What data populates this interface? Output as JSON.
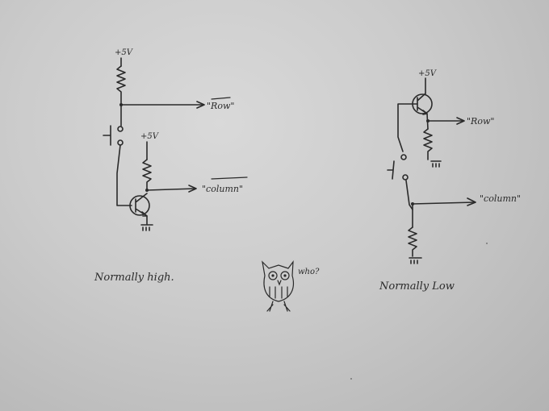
{
  "left_circuit": {
    "vcc_top": "+5V",
    "vcc_transistor": "+5V",
    "row_label": "\"Row\"",
    "column_label": "\"column\"",
    "caption": "Normally high."
  },
  "right_circuit": {
    "vcc": "+5V",
    "row_label": "\"Row\"",
    "column_label": "\"column\"",
    "caption": "Normally Low"
  },
  "owl": {
    "speech": "who?"
  }
}
